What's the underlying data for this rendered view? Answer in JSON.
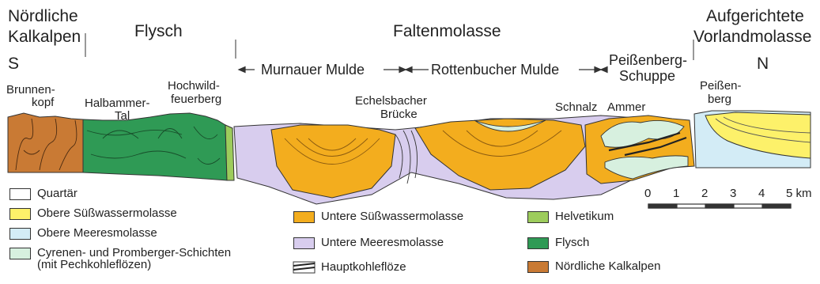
{
  "regions": {
    "kalkalpen": [
      "Nördliche",
      "Kalkalpen"
    ],
    "flysch": "Flysch",
    "faltenmolasse": "Faltenmolasse",
    "vorland": [
      "Aufgerichtete",
      "Vorlandmolasse"
    ]
  },
  "directions": {
    "south": "S",
    "north": "N"
  },
  "subregions": {
    "murnauer": "Murnauer Mulde",
    "rottenbucher": "Rottenbucher Mulde",
    "peissenberg_schuppe": [
      "Peißenberg-",
      "Schuppe"
    ]
  },
  "places": {
    "brunnenkopf": [
      "Brunnen-",
      "kopf"
    ],
    "halbammer": [
      "Halbammer-",
      "Tal"
    ],
    "hochwild": [
      "Hochwild-",
      "feuerberg"
    ],
    "echelsbacher": [
      "Echelsbacher",
      "Brücke"
    ],
    "schnalz": "Schnalz",
    "ammer": "Ammer",
    "peissenberg": [
      "Peißen-",
      "berg"
    ]
  },
  "legend": [
    {
      "label": "Quartär",
      "color": "#ffffff"
    },
    {
      "label": "Obere Süßwassermolasse",
      "color": "#fdf16a"
    },
    {
      "label": "Obere Meeresmolasse",
      "color": "#d3ecf6"
    },
    {
      "label": "Cyrenen- und Promberger-Schichten",
      "label2": "(mit Pechkohleflözen)",
      "color": "#d7f0df"
    },
    {
      "label": "Untere Süßwassermolasse",
      "color": "#f3ad1e"
    },
    {
      "label": "Untere Meeresmolasse",
      "color": "#d8cdee"
    },
    {
      "label": "Hauptkohleflöze",
      "color": "#ffffff"
    },
    {
      "label": "Helvetikum",
      "color": "#9dcc5c"
    },
    {
      "label": "Flysch",
      "color": "#2f9a55"
    },
    {
      "label": "Nördliche Kalkalpen",
      "color": "#c97a34"
    }
  ],
  "scale": {
    "ticks": [
      "0",
      "1",
      "2",
      "3",
      "4",
      "5 km"
    ]
  }
}
